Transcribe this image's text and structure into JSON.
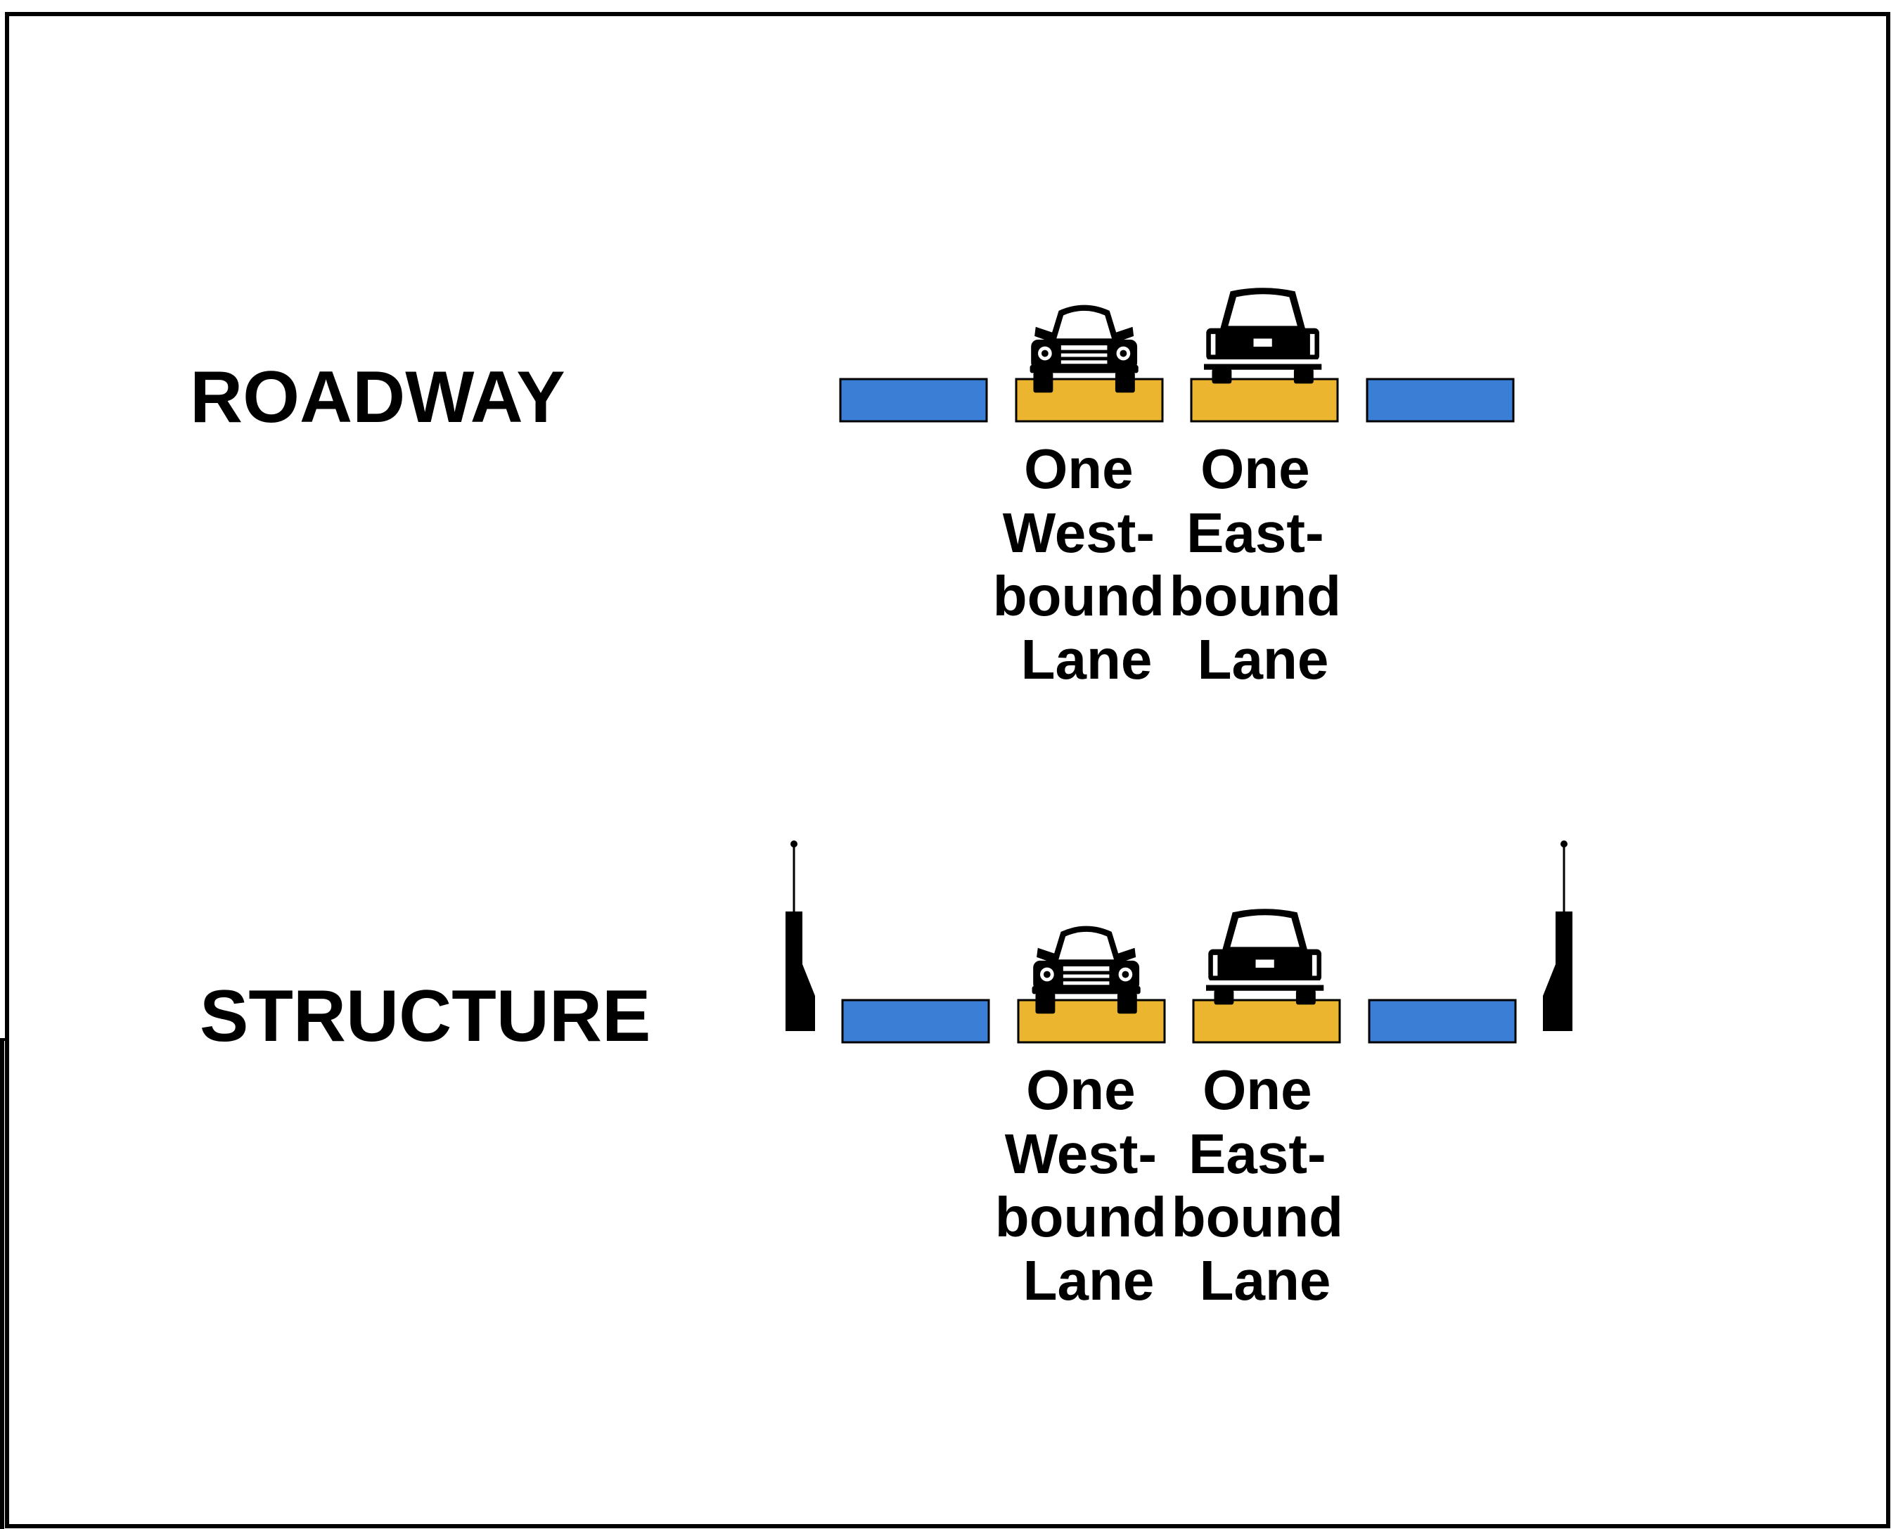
{
  "colors": {
    "shoulder": "#3a7fd5",
    "lane": "#ebb52f",
    "ink": "#000000",
    "background": "#ffffff"
  },
  "roadway": {
    "title": "ROADWAY",
    "westbound_lane": [
      "One",
      "West-",
      "bound",
      "Lane"
    ],
    "eastbound_lane": [
      "One",
      "East-",
      "bound",
      "Lane"
    ]
  },
  "structure": {
    "title": "STRUCTURE",
    "westbound_lane": [
      "One",
      "West-",
      "bound",
      "Lane"
    ],
    "eastbound_lane": [
      "One",
      "East-",
      "bound",
      "Lane"
    ]
  },
  "icons": {
    "westbound_vehicle": "car-rear-icon",
    "eastbound_vehicle": "car-front-icon",
    "barrier": "concrete-barrier-icon",
    "light_pole": "light-pole-icon"
  }
}
